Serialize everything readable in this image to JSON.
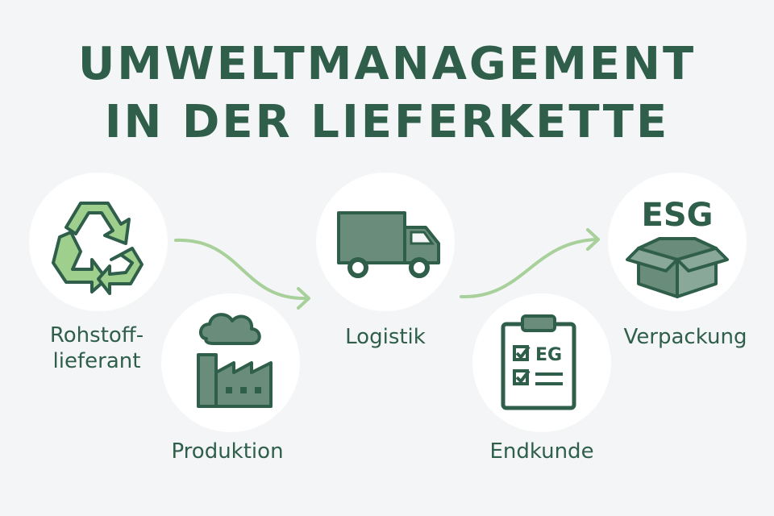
{
  "title": {
    "line1": "UMWELTMANAGEMENT",
    "line2": "IN DER LIEFERKETTE"
  },
  "nodes": [
    {
      "id": "rohstoff",
      "label_line1": "Rohstoff-",
      "label_line2": "lieferant",
      "icon": "recycle-icon"
    },
    {
      "id": "produktion",
      "label": "Produktion",
      "icon": "factory-icon"
    },
    {
      "id": "logistik",
      "label": "Logistik",
      "icon": "truck-icon"
    },
    {
      "id": "endkunde",
      "label": "Endkunde",
      "icon": "clipboard-checklist-icon",
      "icon_text": "EG"
    },
    {
      "id": "verpackung",
      "label": "Verpackung",
      "icon": "box-icon",
      "icon_text": "ESG"
    }
  ],
  "colors": {
    "dark_green": "#2f5f4a",
    "mid_green": "#6a8c7b",
    "light_green": "#9ecf8c",
    "background": "#f4f5f6"
  }
}
